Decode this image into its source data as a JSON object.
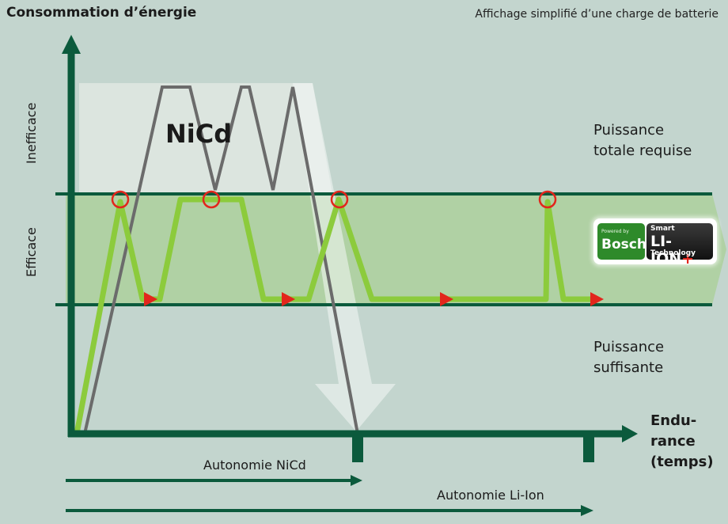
{
  "title": "Consommation d’énergie",
  "subtitle": "Affichage simplifié d’une charge de batterie",
  "y_labels": {
    "inefficient": "Inefficace",
    "efficient": "Efficace"
  },
  "right_labels": {
    "total": [
      "Puissance",
      "totale requise"
    ],
    "sufficient": [
      "Puissance",
      "suffisante"
    ]
  },
  "nicd_label": "NiCd",
  "x_label": [
    "Endu-",
    "rance",
    "(temps)"
  ],
  "autonomy": {
    "nicd": "Autonomie NiCd",
    "liion": "Autonomie Li-Ion"
  },
  "badge": {
    "powered_by": "Powered by",
    "brand": "Bosch",
    "smart": "Smart",
    "product": "LI-ION",
    "plus": "+",
    "tech": "Technology"
  },
  "colors": {
    "background": "#c3d5ce",
    "axis": "#0b5a3c",
    "band": "#a9cf96",
    "liion_curve": "#8ccb3c",
    "nicd_curve": "#6b6b6b",
    "marker": "#e2261c",
    "arrow_red": "#e2261c"
  }
}
